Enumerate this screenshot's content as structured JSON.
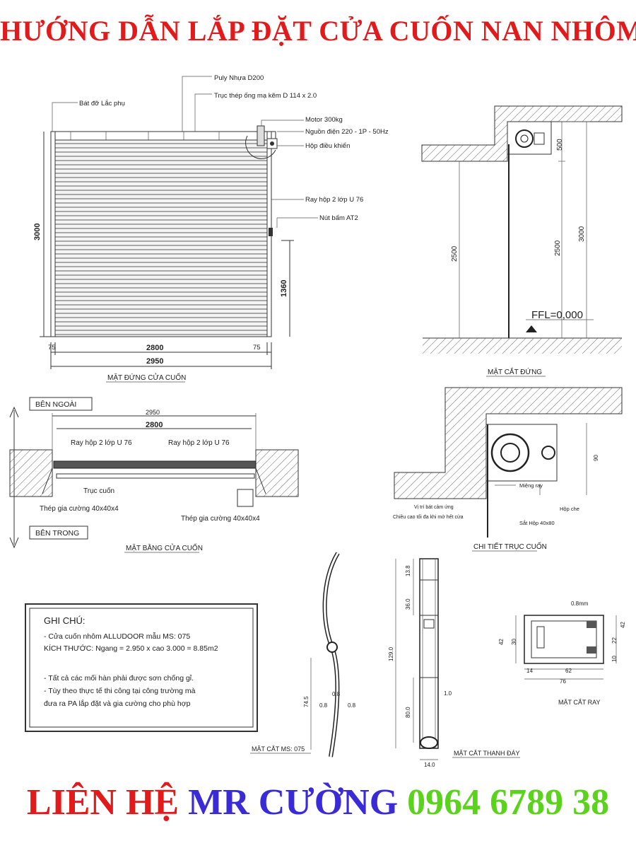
{
  "title": "HƯỚNG DẪN LẮP ĐẶT CỬA CUỐN NAN NHÔM",
  "elevation": {
    "caption": "MẶT ĐỨNG CỬA CUỐN",
    "labels": {
      "pulley": "Puly Nhựa D200",
      "shaft": "Trục thép ống mạ kẽm D 114 x 2.0",
      "bracket": "Bát đỡ Lắc phụ",
      "motor": "Motor 300kg",
      "power": "Nguồn điện 220 - 1P - 50Hz",
      "control_box": "Hộp điều khiển",
      "rail": "Ray hộp 2 lớp U 76",
      "button": "Nút bấm AT2"
    },
    "dims": {
      "height": "3000",
      "button_height": "1360",
      "width_inner": "2800",
      "width_outer": "2950",
      "side_left": "75",
      "side_right": "75"
    }
  },
  "section": {
    "caption": "MẶT CẮT ĐỨNG",
    "dims": {
      "box": "500",
      "h1": "2500",
      "h2": "2500",
      "h3": "3000"
    },
    "ffl": "FFL=0,000"
  },
  "plan": {
    "caption": "MẶT BẰNG CỬA CUỐN",
    "outside": "BÊN NGOÀI",
    "inside": "BÊN TRONG",
    "dims": {
      "outer": "2950",
      "inner": "2800"
    },
    "labels": {
      "rail_left": "Ray hộp 2 lớp U 76",
      "rail_right": "Ray hộp 2 lớp U 76",
      "shaft": "Trục cuốn",
      "steel_left": "Thép gia cường 40x40x4",
      "steel_right": "Thép gia cường 40x40x4"
    }
  },
  "detail": {
    "caption": "CHI TIẾT TRỤC CUỐN",
    "labels": {
      "guide": "Miệng ray",
      "cover": "Hộp che",
      "box_iron": "Sắt Hộp 40x80",
      "stop": "Vị trí bát cảm ứng",
      "max_height": "Chiều cao tối đa khi mở hết cửa"
    },
    "dim": "90"
  },
  "notes": {
    "heading": "GHI CHÚ:",
    "lines": [
      "- Cửa cuốn nhôm ALLUDOOR mẫu MS: 075",
      "KÍCH THƯỚC: Ngang = 2.950 x cao 3.000 = 8.85m2",
      "- Tất cả các mối hàn phải được sơn chống gỉ.",
      "- Tùy theo thực tế thi công tại công trường mà",
      "đưa ra PA lắp đặt và gia cường cho phù hợp"
    ]
  },
  "slat": {
    "caption": "MẶT CẮT MS: 075",
    "dims": {
      "h": "74.5",
      "t1": "0.8",
      "t2": "0.8",
      "t3": "0.8"
    }
  },
  "bottom_bar": {
    "caption": "MẶT CẮT THANH ĐÁY",
    "dims": {
      "top": "13.8",
      "mid": "36.0",
      "total": "129.0",
      "low": "80.0",
      "w": "14.0",
      "t": "1.0"
    }
  },
  "rail_section": {
    "caption": "MẶT CẮT RAY",
    "dims": {
      "t": "0.8mm",
      "h_left": "42",
      "h_mid": "30",
      "r1": "42",
      "r2": "22",
      "r3": "10",
      "w1": "14",
      "w2": "62",
      "w_total": "76"
    }
  },
  "contact": {
    "label": "LIÊN HỆ",
    "name": "MR CƯỜNG",
    "phone": "0964 6789 38"
  }
}
